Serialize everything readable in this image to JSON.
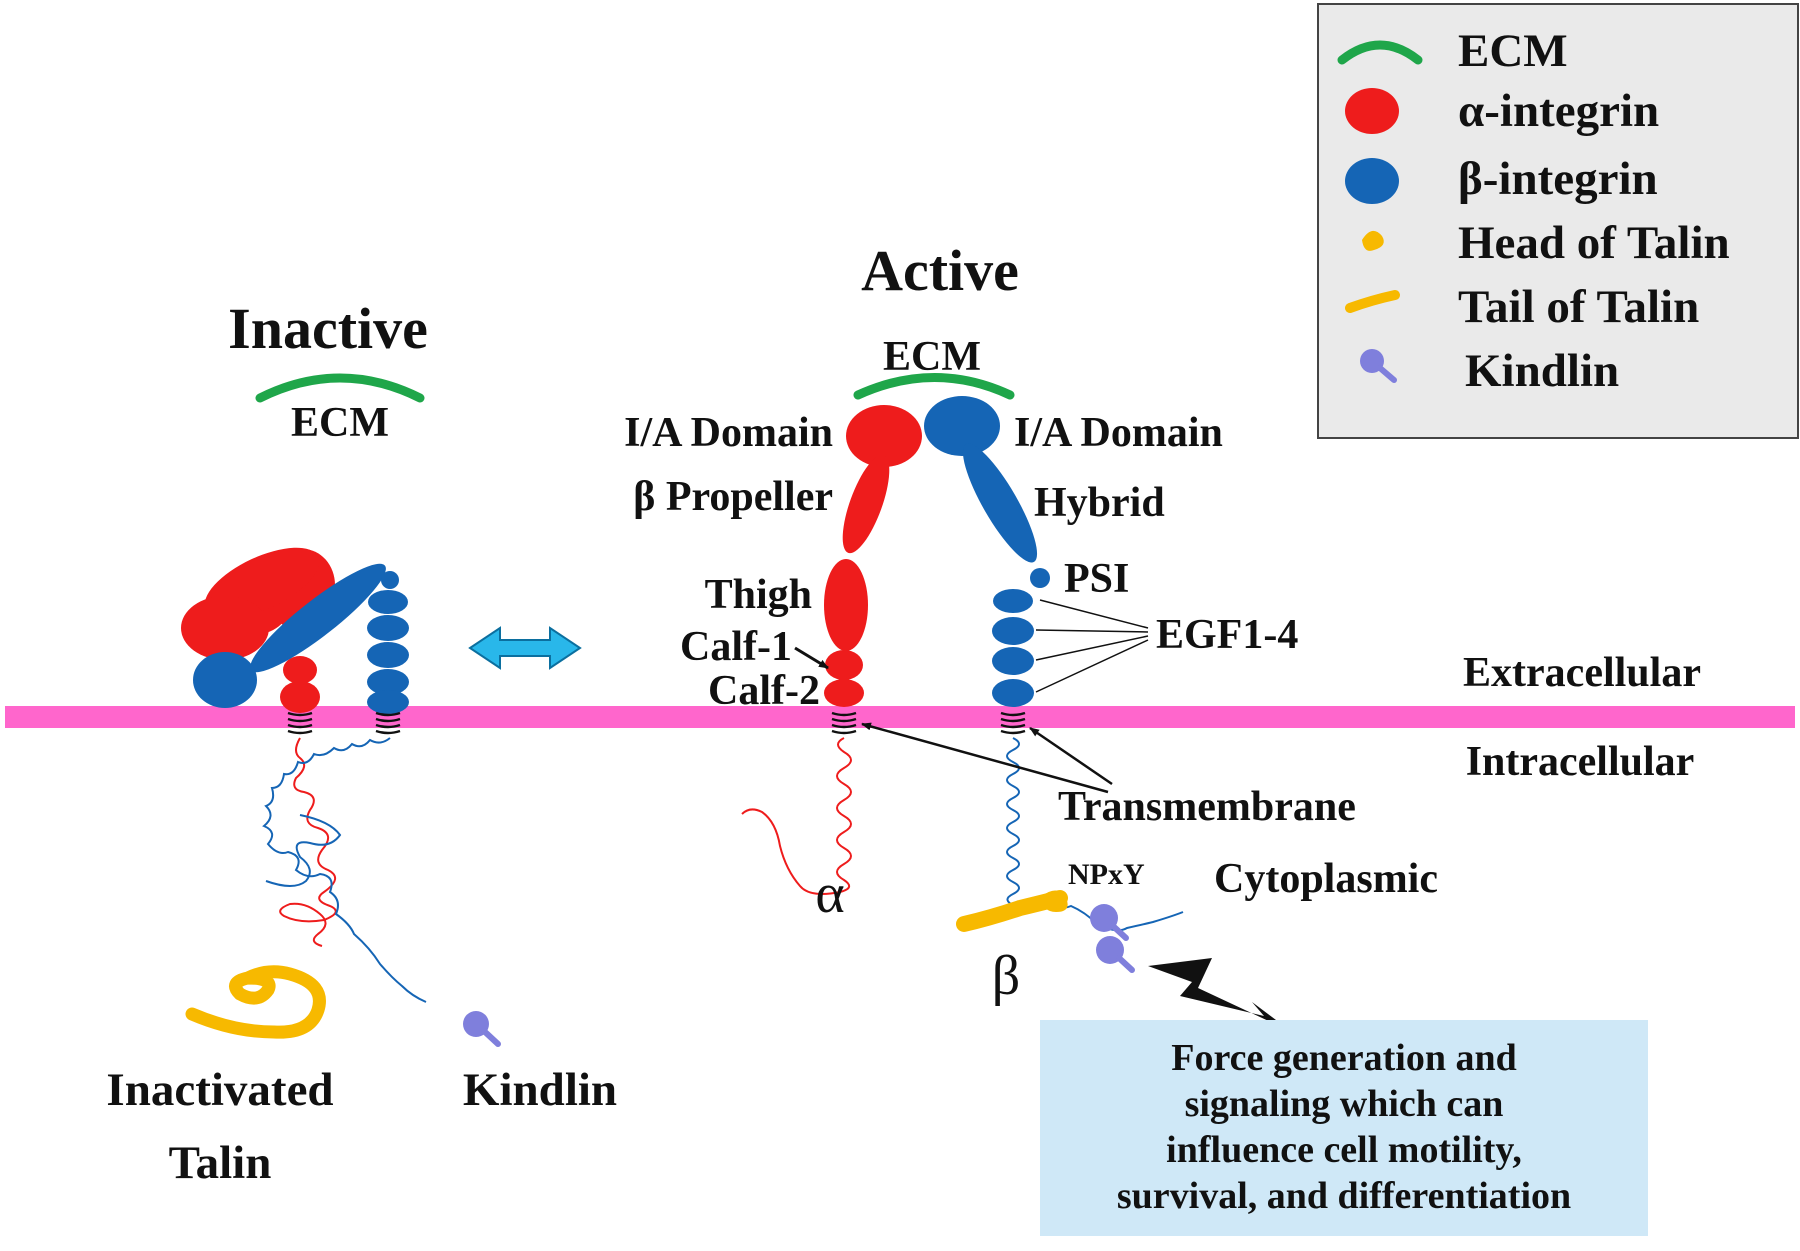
{
  "colors": {
    "ecm": "#1fa64a",
    "alpha": "#ee1c1c",
    "beta": "#1565b5",
    "talin": "#f7b900",
    "kindlin": "#7f7fdc",
    "membrane": "#ff66cc",
    "legend_bg": "#eaeaea",
    "info_bg": "#cfe8f7",
    "double_arrow": "#29b7ea"
  },
  "icons": [
    "ecm-arc-icon",
    "alpha-integrin-icon",
    "beta-integrin-icon",
    "talin-head-icon",
    "talin-tail-icon",
    "kindlin-icon",
    "double-arrow-icon",
    "lightning-bolt-icon"
  ],
  "legend": {
    "items": [
      {
        "label": "ECM"
      },
      {
        "label": "α-integrin"
      },
      {
        "label": "β-integrin"
      },
      {
        "label": "Head of Talin"
      },
      {
        "label": "Tail of Talin"
      },
      {
        "label": "Kindlin"
      }
    ]
  },
  "inactive": {
    "title": "Inactive",
    "ecm_label": "ECM",
    "talin_label_line1": "Inactivated",
    "talin_label_line2": "Talin",
    "kindlin_label": "Kindlin"
  },
  "active": {
    "title": "Active",
    "ecm_label": "ECM",
    "alpha_domains": {
      "ia_domain": "I/A Domain",
      "beta_propeller": "β Propeller",
      "thigh": "Thigh",
      "calf1": "Calf-1",
      "calf2": "Calf-2"
    },
    "beta_domains": {
      "ia_domain": "I/A Domain",
      "hybrid": "Hybrid",
      "psi": "PSI",
      "egf": "EGF1-4"
    },
    "alpha_symbol": "α",
    "beta_symbol": "β",
    "transmembrane": "Transmembrane",
    "npxy": "NPxY",
    "cytoplasmic": "Cytoplasmic"
  },
  "membrane": {
    "extracellular": "Extracellular",
    "intracellular": "Intracellular"
  },
  "info_box": {
    "line1": "Force generation and",
    "line2": "signaling which can",
    "line3": "influence cell motility,",
    "line4": "survival, and differentiation"
  }
}
